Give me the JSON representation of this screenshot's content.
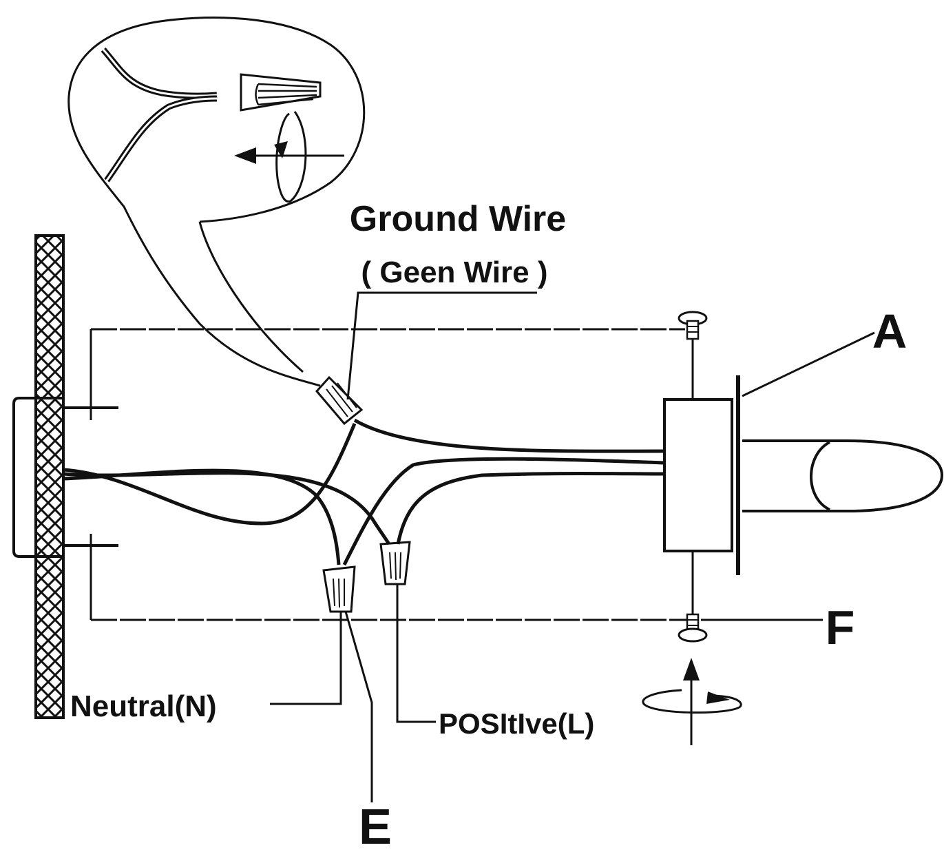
{
  "labels": {
    "ground_wire": "Ground Wire",
    "green_wire": "( Geen  Wire )",
    "letter_a": "A",
    "letter_f": "F",
    "letter_e": "E",
    "neutral": "Neutral(N)",
    "positive": "POSItIve(L)"
  },
  "colors": {
    "ink": "#111111",
    "paper": "#ffffff"
  },
  "icons": {
    "wall": "crosshatch-wall",
    "wire_nut": "wire-nut-icon",
    "screw": "screw-icon",
    "rotate_arrow": "rotate-arrow-icon"
  }
}
